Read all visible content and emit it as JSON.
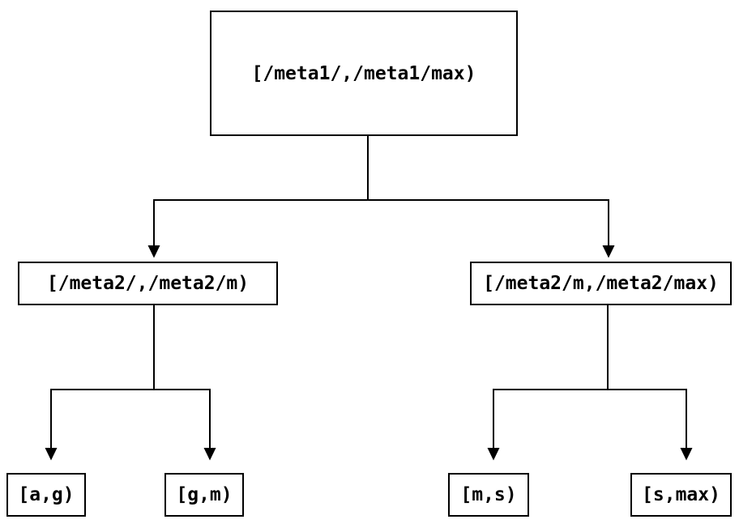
{
  "diagram": {
    "type": "tree",
    "nodes": {
      "root": {
        "label": "[/meta1/,/meta1/max)"
      },
      "child_left": {
        "label": "[/meta2/,/meta2/m)"
      },
      "child_right": {
        "label": "[/meta2/m,/meta2/max)"
      },
      "leaf_1": {
        "label": "[a,g)"
      },
      "leaf_2": {
        "label": "[g,m)"
      },
      "leaf_3": {
        "label": "[m,s)"
      },
      "leaf_4": {
        "label": "[s,max)"
      }
    },
    "edges": [
      {
        "from": "root",
        "to": "child_left"
      },
      {
        "from": "root",
        "to": "child_right"
      },
      {
        "from": "child_left",
        "to": "leaf_1"
      },
      {
        "from": "child_left",
        "to": "leaf_2"
      },
      {
        "from": "child_right",
        "to": "leaf_3"
      },
      {
        "from": "child_right",
        "to": "leaf_4"
      }
    ],
    "colors": {
      "background": "#ffffff",
      "line": "#000000",
      "box_border": "#000000",
      "text": "#000000"
    }
  }
}
